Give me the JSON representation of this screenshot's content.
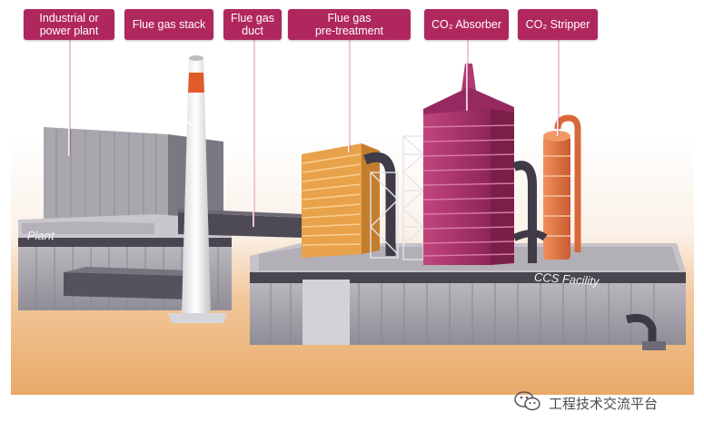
{
  "callouts": {
    "plant": "Industrial or\npower plant",
    "stack": "Flue gas stack",
    "duct": "Flue gas\nduct",
    "pretreatment": "Flue gas\npre-treatment",
    "absorber": "CO₂ Absorber",
    "stripper": "CO₂ Stripper"
  },
  "scene": {
    "plant_label": "Plant",
    "ccs_label": "CCS Facility"
  },
  "watermark": {
    "text": "工程技术交流平台",
    "icon": "wechat-icon"
  },
  "colors": {
    "callout": "#b0275e",
    "absorber": "#a8306a",
    "stripper": "#e07040",
    "pretreatment": "#e8a24a",
    "building": "#a7a4ab",
    "ground": "#e9b27a"
  }
}
